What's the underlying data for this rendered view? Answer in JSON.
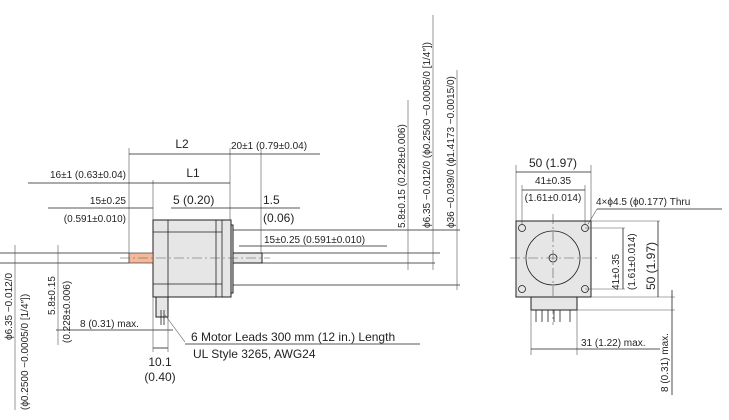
{
  "side_view": {
    "L2": "L2",
    "L1": "L1",
    "dim_20": "20±1 (0.79±0.04)",
    "dim_16": "16±1 (0.63±0.04)",
    "dim_15_rear_mm": "15±0.25",
    "dim_15_rear_in": "(0.591±0.010)",
    "dim_5": "5 (0.20)",
    "dim_1_5_mm": "1.5",
    "dim_1_5_in": "(0.06)",
    "dim_15_front": "15±0.25 (0.591±0.010)",
    "flat_front": "5.8±0.15 (0.228±0.006)",
    "shaft_front": "ϕ6.35 −0.012/0 (ϕ0.2500 −0.0005/0 [1/4″])",
    "pilot": "ϕ36 −0.039/0 (ϕ1.4173 −0.0015/0)",
    "shaft_rear_mm": "ϕ6.35 −0.012/0",
    "shaft_rear_in": "(ϕ0.2500 −0.0005/0 [1/4″])",
    "flat_rear_mm": "5.8±0.15",
    "flat_rear_in": "(0.228±0.006)",
    "lead_box": "8 (0.31) max.",
    "lead_width_mm": "10.1",
    "lead_width_in": "(0.40)",
    "leads_line1": "6 Motor Leads 300 mm (12 in.) Length",
    "leads_line2": "UL Style 3265, AWG24"
  },
  "front_view": {
    "width": "50 (1.97)",
    "hole_pitch_mm": "41±0.35",
    "hole_pitch_in": "(1.61±0.014)",
    "holes": "4×ϕ4.5 (ϕ0.177) Thru",
    "v_pitch_mm": "41±0.35",
    "v_pitch_in": "(1.61±0.014)",
    "height": "50 (1.97)",
    "connector": "31 (1.22) max.",
    "pins": "8 (0.31) max."
  },
  "colors": {
    "shaft_highlight": "#f4b89a",
    "body": "#e6e6e6"
  }
}
